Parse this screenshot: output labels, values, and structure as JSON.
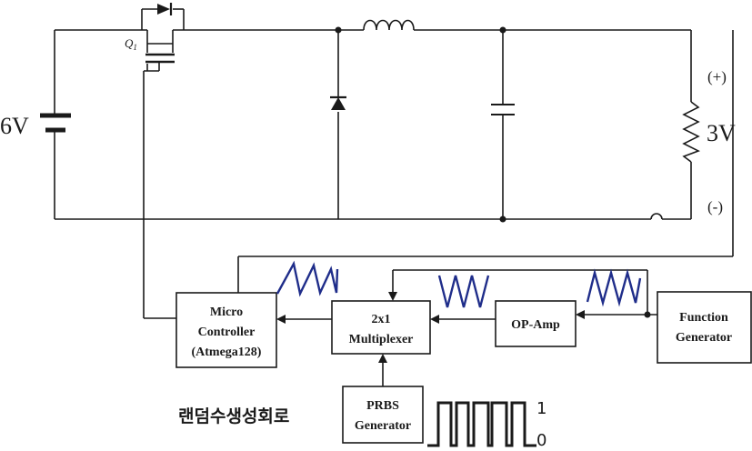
{
  "circuit": {
    "source_voltage": "6V",
    "output_voltage": "3V",
    "switch_label": "Q",
    "switch_subscript": "1",
    "plus_label": "(+)",
    "minus_label": "(-)"
  },
  "blocks": {
    "micro_controller": [
      "Micro",
      "Controller",
      "(Atmega128)"
    ],
    "multiplexer": [
      "2x1",
      "Multiplexer"
    ],
    "op_amp": [
      "OP-Amp"
    ],
    "function_generator": [
      "Function",
      "Generator"
    ],
    "prbs": [
      "PRBS",
      "Generator"
    ]
  },
  "caption": "랜덤수생성회로",
  "prbs_levels": {
    "high": "1",
    "low": "0"
  },
  "colors": {
    "wave": "#1f2d8a",
    "wire": "#1a1a1a"
  }
}
